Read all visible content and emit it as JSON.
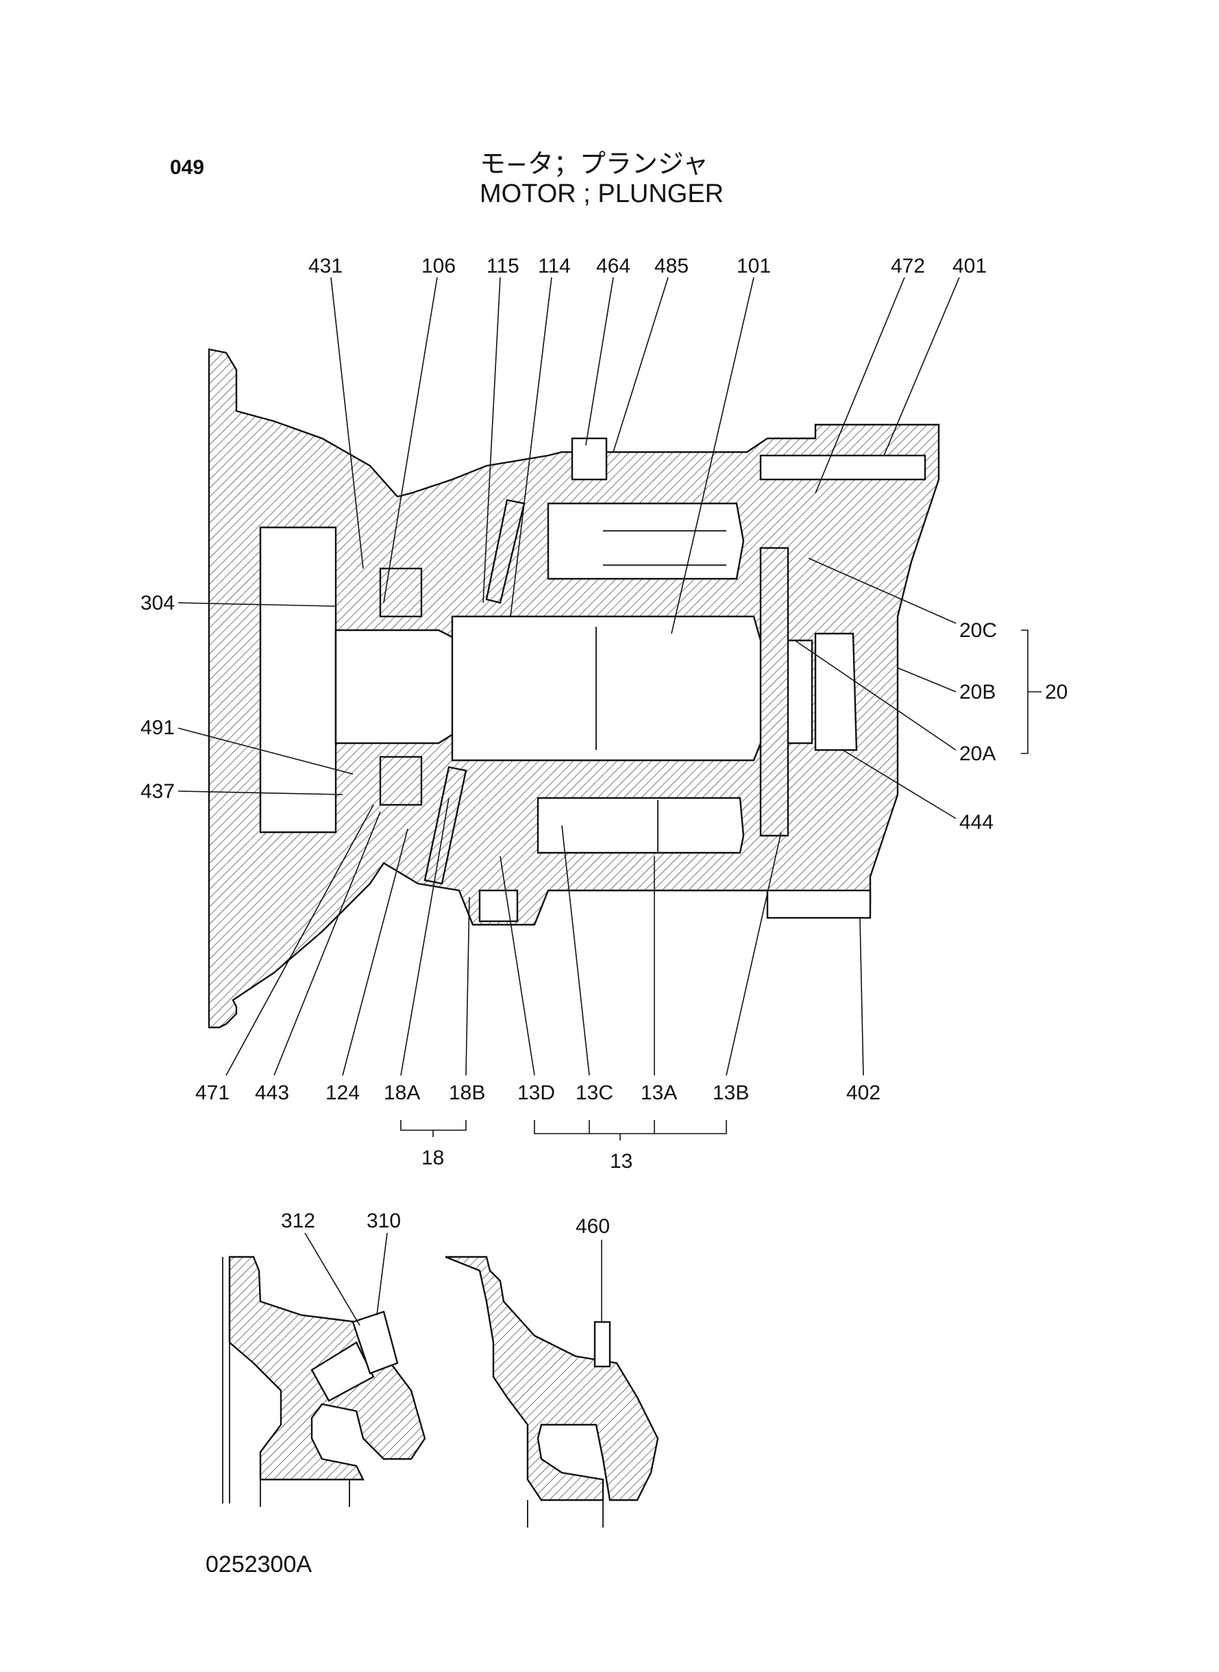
{
  "header": {
    "page_number": "049",
    "title_jp": "モ−タ；プランジャ",
    "title_en": "MOTOR ; PLUNGER"
  },
  "footer": {
    "drawing_code": "0252300A"
  },
  "callouts": {
    "c431": "431",
    "c106": "106",
    "c115": "115",
    "c114": "114",
    "c464": "464",
    "c485": "485",
    "c101": "101",
    "c472": "472",
    "c401": "401",
    "c304": "304",
    "c491": "491",
    "c437": "437",
    "c20C": "20C",
    "c20B": "20B",
    "c20": "20",
    "c20A": "20A",
    "c444": "444",
    "c471": "471",
    "c443": "443",
    "c124": "124",
    "c18A": "18A",
    "c18B": "18B",
    "c13D": "13D",
    "c13C": "13C",
    "c13A": "13A",
    "c13B": "13B",
    "c402": "402",
    "c18": "18",
    "c13": "13",
    "c312": "312",
    "c310": "310",
    "c460": "460"
  },
  "colors": {
    "ink": "#111111",
    "paper": "#ffffff"
  }
}
